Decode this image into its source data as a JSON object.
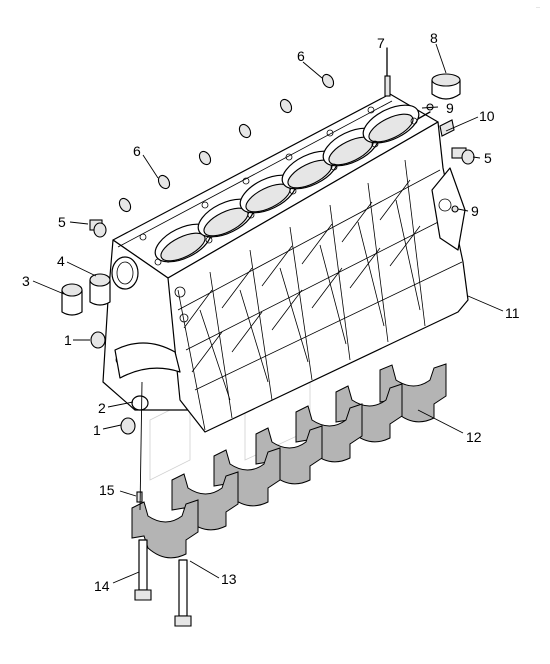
{
  "diagram": {
    "callouts": [
      {
        "id": "c7",
        "text": "7"
      },
      {
        "id": "c8",
        "text": "8"
      },
      {
        "id": "c6a",
        "text": "6"
      },
      {
        "id": "c9a",
        "text": "9"
      },
      {
        "id": "c10",
        "text": "10"
      },
      {
        "id": "c5a",
        "text": "5"
      },
      {
        "id": "c6b",
        "text": "6"
      },
      {
        "id": "c9b",
        "text": "9"
      },
      {
        "id": "c5b",
        "text": "5"
      },
      {
        "id": "c4",
        "text": "4"
      },
      {
        "id": "c3",
        "text": "3"
      },
      {
        "id": "c11",
        "text": "11"
      },
      {
        "id": "c1a",
        "text": "1"
      },
      {
        "id": "c2",
        "text": "2"
      },
      {
        "id": "c1b",
        "text": "1"
      },
      {
        "id": "c12",
        "text": "12"
      },
      {
        "id": "c15",
        "text": "15"
      },
      {
        "id": "c14",
        "text": "14"
      },
      {
        "id": "c13",
        "text": "13"
      }
    ],
    "watermark": "—"
  }
}
